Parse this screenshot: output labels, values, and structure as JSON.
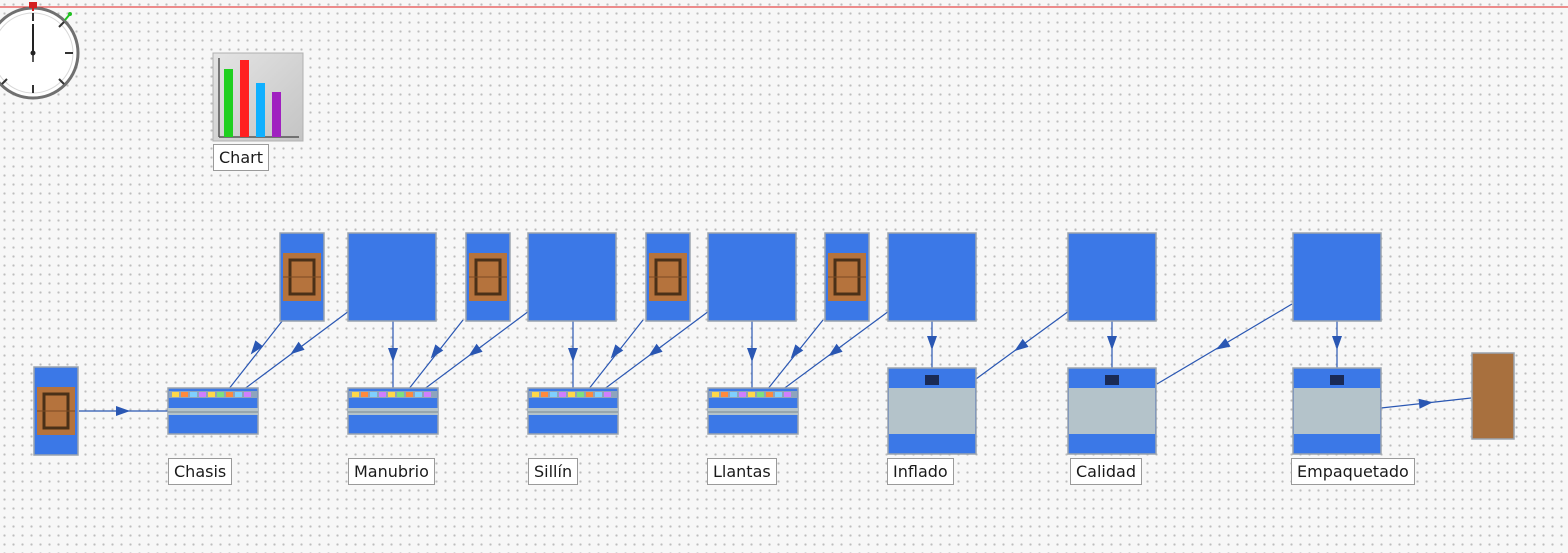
{
  "canvas": {
    "background": "#f7f7f7",
    "dot_color": "#bdbdbd",
    "top_rule_color": "#e02020"
  },
  "icons": {
    "clock": "stopwatch-icon",
    "chart": "bar-chart-icon"
  },
  "colors": {
    "station_blue": "#3b78e7",
    "panel_gray": "#b4c3ca",
    "pallet_brown": "#b5733d",
    "sink_brown": "#a8703e",
    "connector": "#2a57b3",
    "chart_bars": [
      "#20d020",
      "#ff2020",
      "#10b0ff",
      "#a020c0"
    ]
  },
  "chart_icon": {
    "label": "Chart"
  },
  "stations": [
    {
      "id": "chasis",
      "label": "Chasis",
      "kind": "assembler"
    },
    {
      "id": "manubrio",
      "label": "Manubrio",
      "kind": "assembler"
    },
    {
      "id": "sillin",
      "label": "Sillín",
      "kind": "assembler"
    },
    {
      "id": "llantas",
      "label": "Llantas",
      "kind": "assembler"
    },
    {
      "id": "inflado",
      "label": "Inflado",
      "kind": "processor"
    },
    {
      "id": "calidad",
      "label": "Calidad",
      "kind": "processor"
    },
    {
      "id": "empaquetado",
      "label": "Empaquetado",
      "kind": "processor"
    }
  ]
}
